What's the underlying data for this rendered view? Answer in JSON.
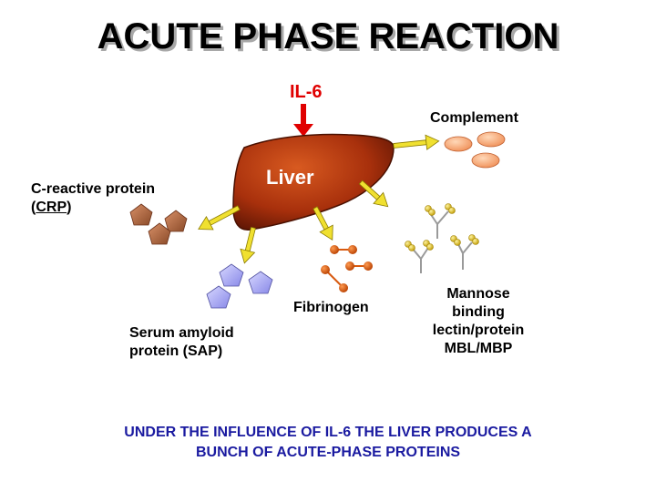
{
  "title": "ACUTE PHASE REACTION",
  "stimulus": "IL-6",
  "organ": "Liver",
  "products": {
    "complement": "Complement",
    "crp_line1": "C-reactive protein",
    "crp_open": "(",
    "crp_abbr": "CRP",
    "crp_close": ")",
    "sap_line1": "Serum amyloid",
    "sap_line2": "protein (SAP)",
    "fibrinogen": "Fibrinogen",
    "mbl_line1": "Mannose",
    "mbl_line2": "binding",
    "mbl_line3": "lectin/protein",
    "mbl_line4": "MBL/MBP"
  },
  "footer_line1": "UNDER THE INFLUENCE OF IL-6 THE LIVER PRODUCES A",
  "footer_line2": "BUNCH OF ACUTE-PHASE PROTEINS",
  "colors": {
    "title_shadow": "#a8a8a8",
    "il6": "#e00000",
    "liver": "#b03a10",
    "arrow": "#f0e030",
    "footer": "#1a1aa0",
    "complement": "#f4a070",
    "crp": "#b86a40",
    "sap": "#a0a0f0",
    "fibrinogen": "#d85a10",
    "mbl": "#e0c020"
  }
}
